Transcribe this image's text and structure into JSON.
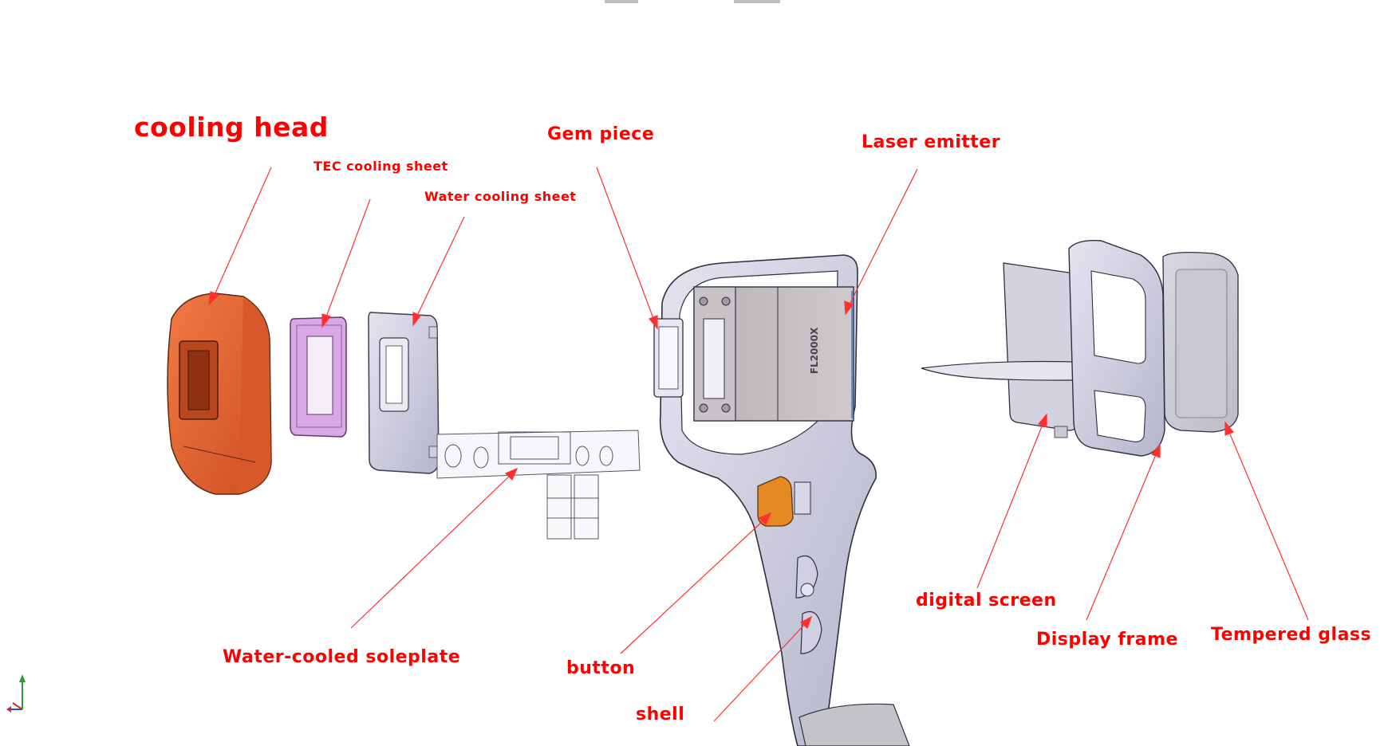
{
  "title": "cooling head",
  "labels": {
    "tec_cooling_sheet": "TEC cooling sheet",
    "water_cooling_sheet": "Water cooling sheet",
    "gem_piece": "Gem piece",
    "laser_emitter": "Laser emitter",
    "water_cooled_soleplate": "Water-cooled soleplate",
    "button": "button",
    "shell": "shell",
    "digital_screen": "digital screen",
    "display_frame": "Display frame",
    "tempered_glass": "Tempered glass",
    "emitter_marking": "FL2000X"
  },
  "colors": {
    "label": "#ff0000",
    "leader_line": "#ff3030",
    "cooling_head": "#e8602e",
    "tec_sheet": "#d9a2e6",
    "metal": "#c8c8de",
    "button": "#e58a22"
  }
}
